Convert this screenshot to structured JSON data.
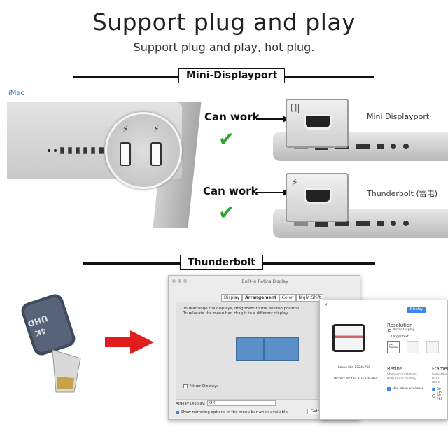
{
  "header": {
    "title": "Support plug and play",
    "subtitle": "Support plug and play, hot plug."
  },
  "sections": {
    "mini_displayport": "Mini-Displayport",
    "thunderbolt": "Thunderbolt"
  },
  "imac": {
    "label": "iMac"
  },
  "rows": [
    {
      "status": "Can work",
      "port_label": "Mini Displayport",
      "symbol": "[]|"
    },
    {
      "status": "Can work",
      "port_label": "Thunderbolt (雷电)",
      "symbol": "⚡"
    }
  ],
  "displays_window": {
    "title": "Built-in Retina Display",
    "tabs": [
      "Display",
      "Arrangement",
      "Color",
      "Night Shift"
    ],
    "active_tab": "Arrangement",
    "instructions_1": "To rearrange the displays, drag them to the desired position.",
    "instructions_2": "To relocate the menu bar, drag it to a different display.",
    "mirror_label": "Mirror Displays",
    "airplay_label": "AirPlay Display:",
    "airplay_value": "Off",
    "show_mirroring": "Show mirroring options in the menu bar when available",
    "gather_button": "Gather Windows"
  },
  "display_dialog": {
    "top_button": "Display",
    "resolution_heading": "Resolution",
    "mirror_display": "Mirror Display",
    "larger_text": "Larger text",
    "looks_like": "Looks like 1024x768",
    "perfect_for": "Perfect for the 9.7 inch iPad",
    "retina_heading": "Retina",
    "retina_desc_1": "Sharper resolution.",
    "retina_desc_2": "Uses more battery.",
    "use_when_available": "Use when available",
    "framerate_heading": "Framerate",
    "framerate_desc_1": "Smoother",
    "framerate_desc_2": "Uses more",
    "fps_60": "60 FPS",
    "fps_30": "30 FPS",
    "thumb_text": "Just together"
  },
  "adapter": {
    "label_top": "UHD",
    "label_bottom": "4K"
  },
  "colors": {
    "check_green": "#2fa32f",
    "arrow_red": "#e11d1d",
    "imac_link": "#3a6fb0"
  }
}
